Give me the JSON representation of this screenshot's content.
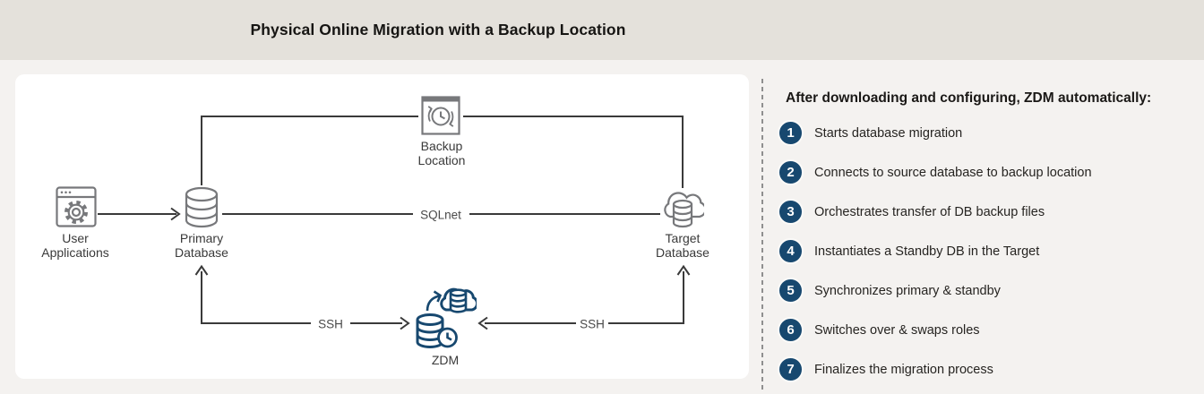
{
  "banner": {
    "title": "Physical Online Migration with a Backup Location"
  },
  "diagram": {
    "nodes": {
      "user_apps": {
        "line1": "User",
        "line2": "Applications",
        "icon": "app-window-gear-icon"
      },
      "primary_db": {
        "line1": "Primary",
        "line2": "Database",
        "icon": "database-cylinder-icon"
      },
      "backup_location": {
        "line1": "Backup",
        "line2": "Location",
        "icon": "backup-clock-window-icon"
      },
      "target_db": {
        "line1": "Target",
        "line2": "Database",
        "icon": "cloud-database-icon"
      },
      "zdm": {
        "label": "ZDM",
        "icon": "zdm-cloud-migration-icon"
      }
    },
    "connectors": {
      "sqlnet_label": "SQLnet",
      "ssh_left_label": "SSH",
      "ssh_right_label": "SSH"
    }
  },
  "steps_panel": {
    "heading": "After downloading and configuring, ZDM automatically:",
    "steps": [
      {
        "num": "1",
        "text": "Starts database migration"
      },
      {
        "num": "2",
        "text": "Connects to source database to backup location"
      },
      {
        "num": "3",
        "text": "Orchestrates transfer of DB backup files"
      },
      {
        "num": "4",
        "text": "Instantiates a Standby DB in the Target"
      },
      {
        "num": "5",
        "text": "Synchronizes primary & standby"
      },
      {
        "num": "6",
        "text": "Switches over & swaps roles"
      },
      {
        "num": "7",
        "text": "Finalizes the migration process"
      }
    ]
  },
  "colors": {
    "banner_bg": "#E4E1DB",
    "page_bg": "#F4F2F0",
    "panel_bg": "#FFFFFF",
    "accent_navy": "#17486F",
    "connector_gray": "#3A3A3A",
    "icon_gray": "#77787B"
  }
}
